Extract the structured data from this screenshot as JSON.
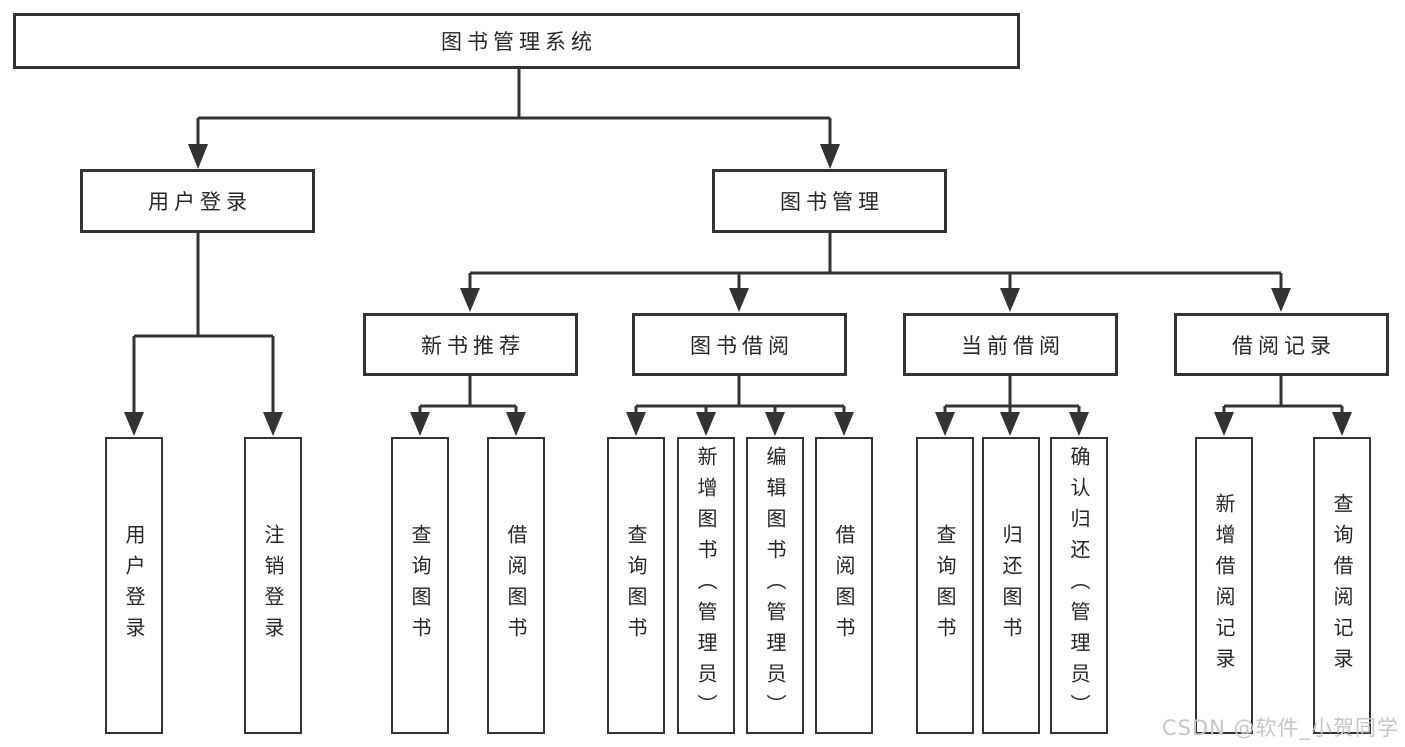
{
  "watermark": "CSDN @软件_小贺同学",
  "colors": {
    "line": "#333333",
    "text": "#262626",
    "watermark": "#c6c6c6",
    "background": "#ffffff"
  },
  "tree": {
    "label": "图书管理系统",
    "children": [
      {
        "label": "用户登录",
        "children": [
          {
            "label": "用户登录"
          },
          {
            "label": "注销登录"
          }
        ]
      },
      {
        "label": "图书管理",
        "children": [
          {
            "label": "新书推荐",
            "children": [
              {
                "label": "查询图书"
              },
              {
                "label": "借阅图书"
              }
            ]
          },
          {
            "label": "图书借阅",
            "children": [
              {
                "label": "查询图书"
              },
              {
                "label": "新增图书（管理员）"
              },
              {
                "label": "编辑图书（管理员）"
              },
              {
                "label": "借阅图书"
              }
            ]
          },
          {
            "label": "当前借阅",
            "children": [
              {
                "label": "查询图书"
              },
              {
                "label": "归还图书"
              },
              {
                "label": "确认归还（管理员）"
              }
            ]
          },
          {
            "label": "借阅记录",
            "children": [
              {
                "label": "新增借阅记录"
              },
              {
                "label": "查询借阅记录"
              }
            ]
          }
        ]
      }
    ]
  }
}
